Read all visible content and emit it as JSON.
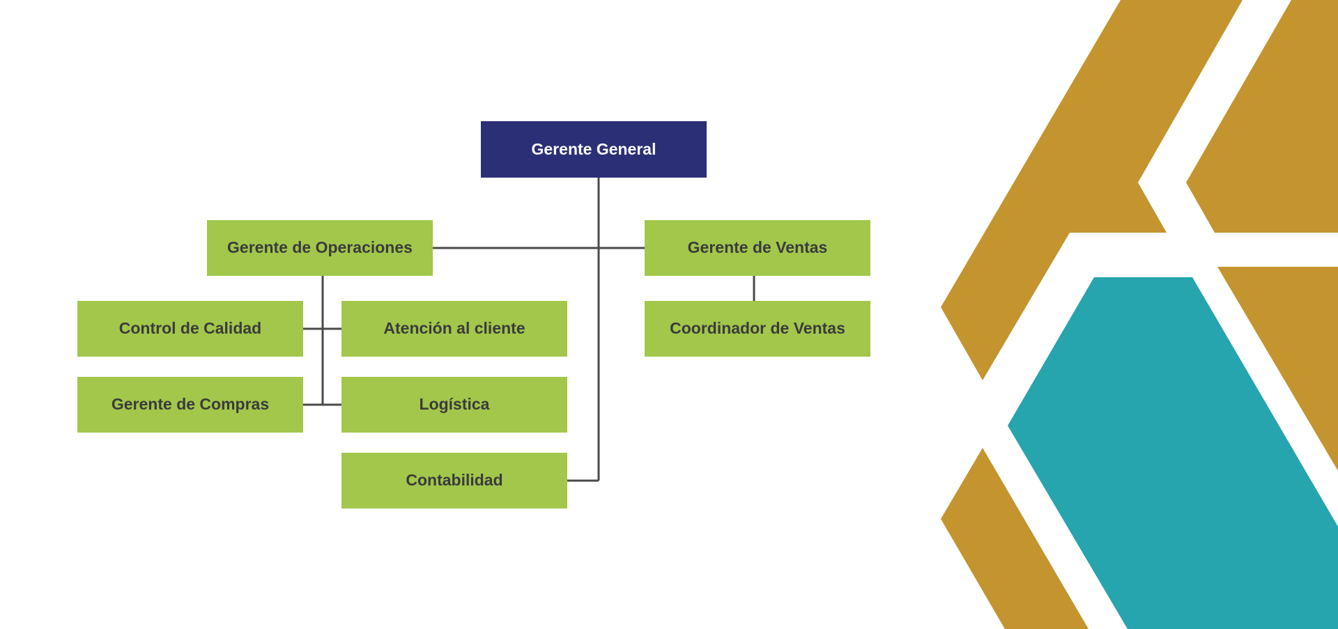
{
  "colors": {
    "root_fill": "#2b2f76",
    "node_fill": "#a2c74b",
    "node_text": "#3b3b3b",
    "connector": "#4a4a4a",
    "decor_gold": "#c4952f",
    "decor_teal": "#26a5af"
  },
  "org_chart": {
    "root": {
      "label": "Gerente General"
    },
    "operaciones": {
      "label": "Gerente de Operaciones",
      "children": {
        "control_calidad": "Control de Calidad",
        "atencion_cliente": "Atención al cliente",
        "compras": "Gerente de Compras",
        "logistica": "Logística"
      }
    },
    "ventas": {
      "label": "Gerente de Ventas",
      "children": {
        "coordinador": "Coordinador de Ventas"
      }
    },
    "contabilidad": {
      "label": "Contabilidad"
    }
  }
}
